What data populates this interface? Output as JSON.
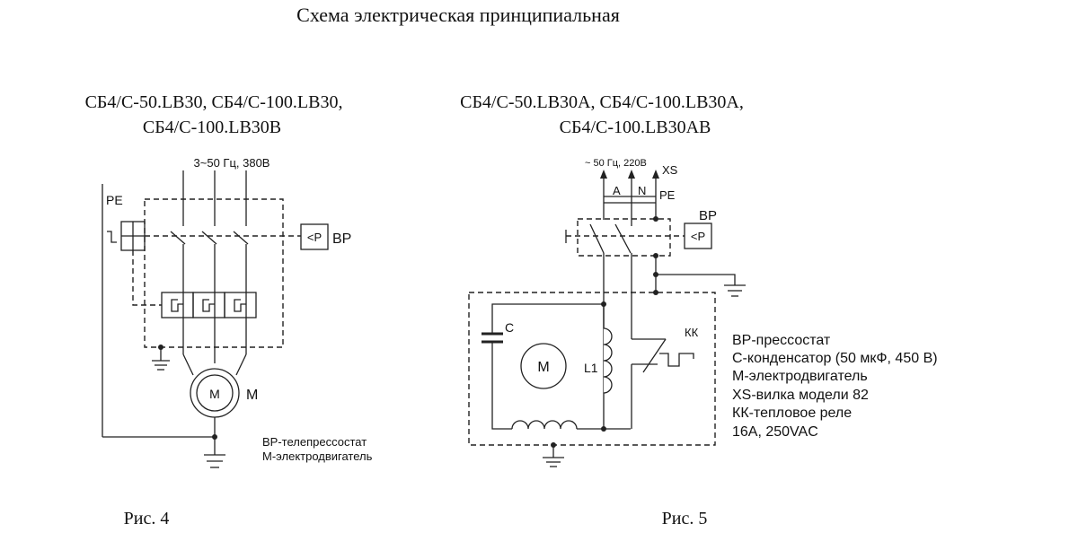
{
  "page": {
    "title": "Схема электрическая принципиальная"
  },
  "fig4": {
    "heading_line1": "СБ4/С-50.LB30, СБ4/С-100.LB30,",
    "heading_line2": "СБ4/С-100.LB30В",
    "supply_label": "3~50 Гц, 380В",
    "pe_label": "PE",
    "pressure_switch_symbol": "<P",
    "pressure_switch_label": "ВР",
    "motor_symbol": "М",
    "motor_label": "М",
    "legend": [
      "ВР-телепрессостат",
      "М-электродвигатель"
    ],
    "caption": "Рис. 4"
  },
  "fig5": {
    "heading_line1": "СБ4/С-50.LB30А, СБ4/С-100.LB30А,",
    "heading_line2": "СБ4/С-100.LB30АВ",
    "supply_label": "~  50 Гц, 220В",
    "plug_label": "XS",
    "phase_label": "A",
    "neutral_label": "N",
    "pe_label": "PE",
    "pressure_switch_symbol": "<P",
    "pressure_switch_label": "ВР",
    "capacitor_label": "C",
    "motor_symbol": "M",
    "winding_label": "L1",
    "thermal_relay_label": "КК",
    "legend": [
      "ВР-прессостат",
      "С-конденсатор (50 мкФ, 450 В)",
      "М-электродвигатель",
      "XS-вилка модели 82",
      "КК-тепловое реле",
      "16А, 250VAC"
    ],
    "caption": "Рис. 5"
  }
}
